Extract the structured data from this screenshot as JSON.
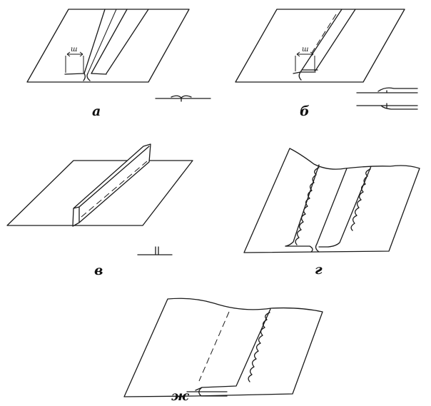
{
  "figure": {
    "labels": {
      "a": "а",
      "b": "б",
      "v": "в",
      "g": "г",
      "zh": "ж"
    },
    "dimension_labels": {
      "a": "ш",
      "b": "ш"
    }
  }
}
